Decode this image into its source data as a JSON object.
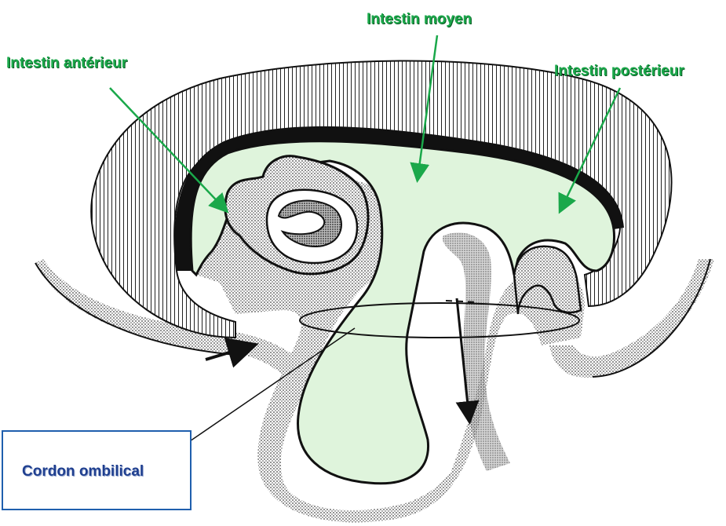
{
  "labels": {
    "anterior": "Intestin antérieur",
    "midgut": "Intestin moyen",
    "posterior": "Intestin postérieur",
    "umbilical": "Cordon ombilical"
  },
  "colors": {
    "gut": "#dff4dc",
    "label_green": "#1aa84a",
    "legend_border": "#1f5fae",
    "legend_text": "#1f3f8f",
    "outline": "#111111"
  }
}
